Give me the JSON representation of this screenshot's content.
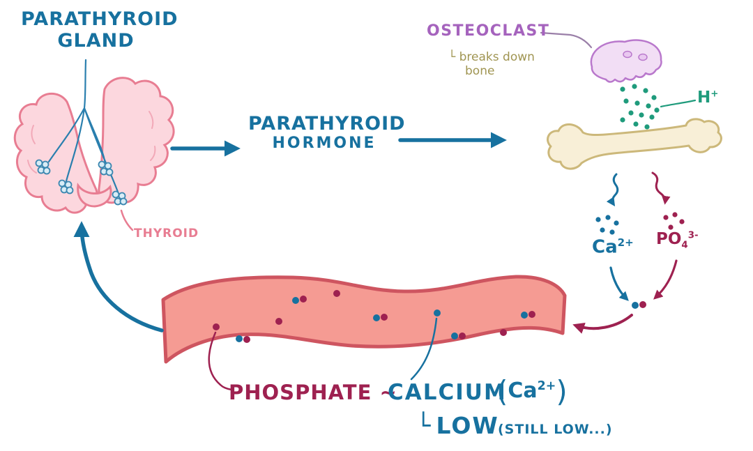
{
  "palette": {
    "blue": "#17719f",
    "pink": "#e87d92",
    "light_pink": "#fcd7de",
    "purple": "#a563bd",
    "olive": "#a09552",
    "green": "#1f9b7c",
    "maroon": "#9e2150",
    "bone_fill": "#f8efd7",
    "bone_edge": "#ccb87a",
    "vessel_fill": "#f59b93",
    "vessel_edge": "#ce5560"
  },
  "labels": {
    "parathyroid_gland": {
      "line1": "PARATHYROID",
      "line2": "GLAND"
    },
    "thyroid": "THYROID",
    "parathyroid_hormone": {
      "line1": "PARATHYROID",
      "line2": "HORMONE"
    },
    "osteoclast": "OSTEOCLAST",
    "osteoclast_note": {
      "line1": "└ breaks down",
      "line2": "bone"
    },
    "hydrogen_ion": {
      "base": "H",
      "sup": "+"
    },
    "calcium_ion": {
      "base": "Ca",
      "sup": "2+"
    },
    "phosphate_ion": {
      "base": "PO",
      "sub": "4",
      "sup": "3-"
    },
    "phosphate": "PHOSPHATE ~",
    "calcium": "CALCIUM",
    "calcium_paren": {
      "open": "(",
      "base": "Ca",
      "sup": "2+",
      "close": ")"
    },
    "low": {
      "bracket": "└",
      "text": "LOW"
    },
    "still_low": "(STILL LOW...)"
  }
}
